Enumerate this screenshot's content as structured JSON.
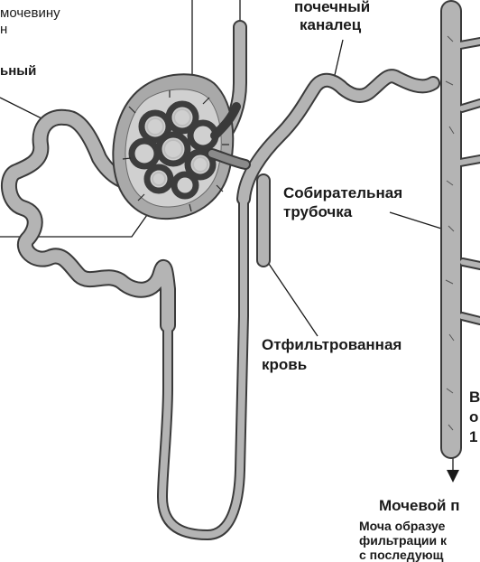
{
  "labels": {
    "top_left_line1": "мочевину",
    "top_left_line2": "н",
    "left_bold": "ьный",
    "top_right_line1": "почечный",
    "top_right_line2": "каналец",
    "collecting_line1": "Собирательная",
    "collecting_line2": "трубочка",
    "filtered_line1": "Отфильтрованная",
    "filtered_line2": "кровь",
    "right_side_line1": "В",
    "right_side_line2": "о",
    "right_side_line3": "1",
    "ureter": "Мочевой п",
    "bottom_line1": "Моча образуе",
    "bottom_line2": "фильтрации к",
    "bottom_line3": "с последующ"
  },
  "colors": {
    "tube_fill": "#b4b4b4",
    "tube_outline": "#3a3a3a",
    "capsule_fill": "#a9a9a9",
    "glomerulus": "#3d3d3d",
    "leader_line": "#1a1a1a"
  }
}
